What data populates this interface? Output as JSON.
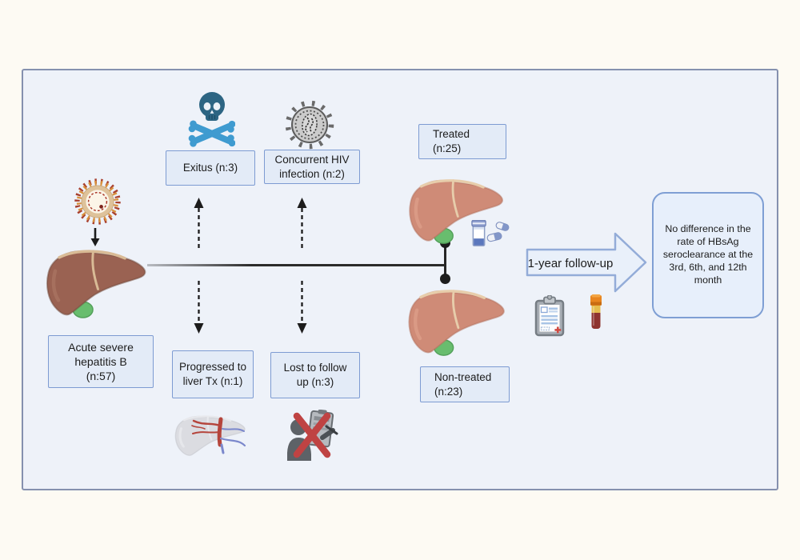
{
  "colors": {
    "page_bg": "#fdfaf3",
    "panel_bg": "#eef2f9",
    "panel_border": "#8591af",
    "box_bg": "#e3ebf7",
    "box_border": "#7d9bd2",
    "text": "#1c1c1c",
    "timeline": "#262626",
    "skull_blue": "#2d6583",
    "bone_blue": "#3f9bd0",
    "red_x": "#bf4343",
    "liver_salmon": "#cf8b77",
    "liver_diseased": "#9a6252",
    "gallbladder_green": "#68bd6e",
    "big_arrow_fill": "#e9f0fa",
    "big_arrow_border": "#93acd8"
  },
  "labels": {
    "acute": "Acute severe\nhepatitis B\n(n:57)",
    "exitus": "Exitus (n:3)",
    "hiv": "Concurrent HIV\ninfection (n:2)",
    "progressed": "Progressed to\nliver Tx (n:1)",
    "lost": "Lost to follow\nup (n:3)",
    "treated": "Treated\n(n:25)",
    "non_treated": "Non-treated\n(n:23)",
    "follow_up": "1-year follow-up",
    "result": "No difference in the\nrate of HBsAg\nseroclearance at the\n3rd, 6th, and 12th\nmonth"
  },
  "icons": [
    {
      "name": "hbv-virus-icon"
    },
    {
      "name": "skull-crossbones-icon"
    },
    {
      "name": "hiv-virus-icon"
    },
    {
      "name": "diseased-liver-icon"
    },
    {
      "name": "treated-liver-icon"
    },
    {
      "name": "non-treated-liver-icon"
    },
    {
      "name": "pill-bottle-icon"
    },
    {
      "name": "capsules-icon"
    },
    {
      "name": "transplant-liver-icon"
    },
    {
      "name": "lost-to-follow-up-patient-icon"
    },
    {
      "name": "clipboard-icon"
    },
    {
      "name": "blood-tube-icon"
    }
  ]
}
